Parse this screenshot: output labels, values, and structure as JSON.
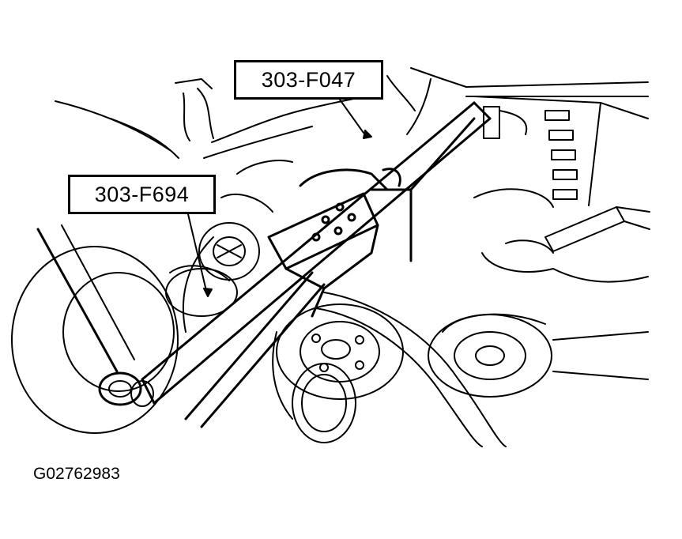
{
  "callouts": {
    "tool_upper": "303-F047",
    "tool_lower": "303-F694"
  },
  "figure_id": "G02762983",
  "colors": {
    "ink": "#000000",
    "paper": "#ffffff"
  }
}
